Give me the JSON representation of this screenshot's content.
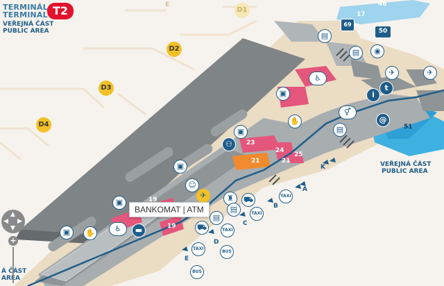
{
  "terminal": {
    "line1": "TERMINÁL 2",
    "line2": "TERMINAL 2",
    "badge": "T2",
    "public_cz": "VEŘEJNÁ ČÁST",
    "public_en": "PUBLIC AREA"
  },
  "public_area_right": {
    "cz": "VEŘEJNÁ ČÁST",
    "en": "PUBLIC AREA"
  },
  "public_area_left": {
    "cz": "Á ČÁST",
    "en": "AREA"
  },
  "gates": [
    {
      "id": "D1",
      "faded": true
    },
    {
      "id": "D2",
      "faded": false
    },
    {
      "id": "D3",
      "faded": false
    },
    {
      "id": "D4",
      "faded": false
    }
  ],
  "faded_gate_letter": "E",
  "stops": [
    "A",
    "B",
    "C",
    "D",
    "E",
    "K"
  ],
  "rooms": [
    "17",
    "46",
    "69",
    "50",
    "51",
    "23",
    "24",
    "25",
    "21",
    "21",
    "19",
    "19"
  ],
  "service_icons": {
    "taxi": "TAXI",
    "bus": "BUS",
    "info": "i",
    "transport": "t",
    "internet": "@"
  },
  "tooltip": "BANKOMAT | ATM",
  "colors": {
    "background": "#f6f3ee",
    "building": "#7f8486",
    "walkway": "#ebdcc4",
    "public_zone": "#38a8d8",
    "highlight_pink": "#e4567b",
    "highlight_orange": "#f28a2e",
    "route_line": "#1f5d8a",
    "gate_yellow": "#f2c027",
    "t2_red": "#e3132d"
  },
  "icons": {
    "pan": "pan-control-icon",
    "zoom": "zoom-plus-icon"
  }
}
